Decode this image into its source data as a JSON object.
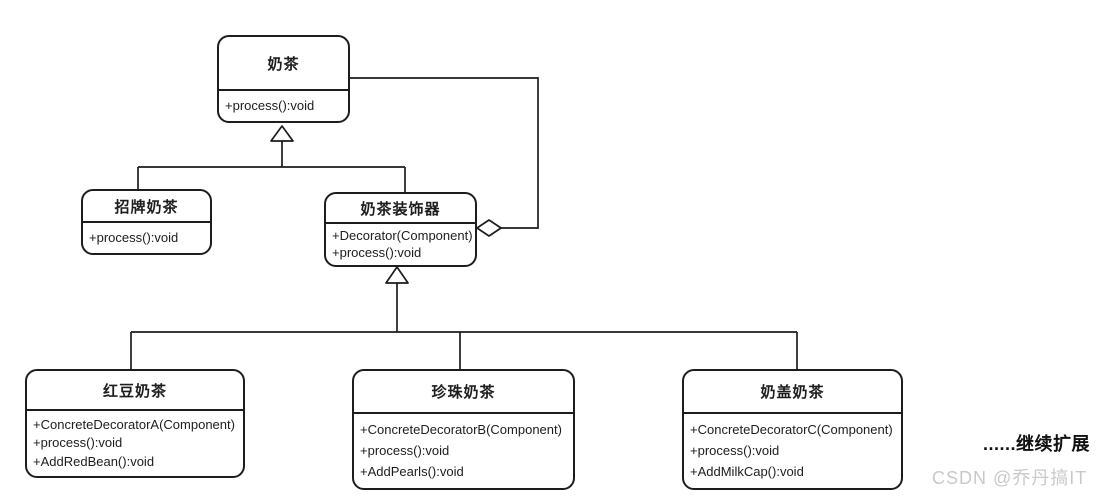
{
  "diagram": {
    "type": "uml-class-diagram",
    "background": "#ffffff",
    "stroke_color": "#1d1d1d",
    "classes": [
      {
        "name": "奶茶",
        "attributes": [
          "+process():void"
        ]
      },
      {
        "name": "招牌奶茶",
        "attributes": [
          "+process():void"
        ]
      },
      {
        "name": "奶茶装饰器",
        "attributes": [
          "+Decorator(Component)",
          "+process():void"
        ]
      },
      {
        "name": "红豆奶茶",
        "attributes": [
          "+ConcreteDecoratorA(Component)",
          "+process():void",
          "+AddRedBean():void"
        ]
      },
      {
        "name": "珍珠奶茶",
        "attributes": [
          "+ConcreteDecoratorB(Component)",
          "+process():void",
          "+AddPearls():void"
        ]
      },
      {
        "name": "奶盖奶茶",
        "attributes": [
          "+ConcreteDecoratorC(Component)",
          "+process():void",
          "+AddMilkCap():void"
        ]
      }
    ],
    "relationships": [
      {
        "type": "generalization",
        "from": "招牌奶茶",
        "to": "奶茶"
      },
      {
        "type": "generalization",
        "from": "奶茶装饰器",
        "to": "奶茶"
      },
      {
        "type": "aggregation",
        "from": "奶茶装饰器",
        "to": "奶茶"
      },
      {
        "type": "generalization",
        "from": "红豆奶茶",
        "to": "奶茶装饰器"
      },
      {
        "type": "generalization",
        "from": "珍珠奶茶",
        "to": "奶茶装饰器"
      },
      {
        "type": "generalization",
        "from": "奶盖奶茶",
        "to": "奶茶装饰器"
      }
    ],
    "annotation": "......继续扩展",
    "watermark": {
      "text": "CSDN @乔丹搞IT",
      "color": "#c9c9c9"
    }
  }
}
